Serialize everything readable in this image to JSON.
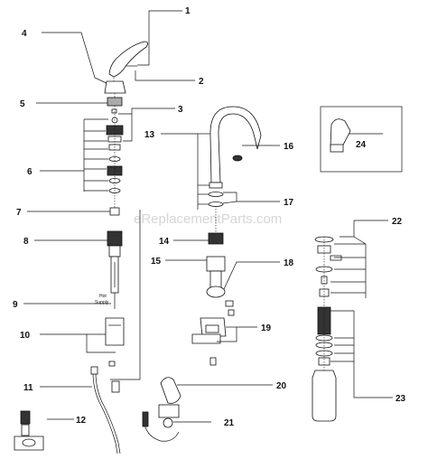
{
  "watermark": "eReplacementParts.com",
  "hot_supply_label": [
    "Hot",
    "Supply"
  ],
  "callouts": [
    {
      "id": "c1",
      "text": "1"
    },
    {
      "id": "c2",
      "text": "2"
    },
    {
      "id": "c3",
      "text": "3"
    },
    {
      "id": "c4",
      "text": "4"
    },
    {
      "id": "c5",
      "text": "5"
    },
    {
      "id": "c6",
      "text": "6"
    },
    {
      "id": "c7",
      "text": "7"
    },
    {
      "id": "c8",
      "text": "8"
    },
    {
      "id": "c9",
      "text": "9"
    },
    {
      "id": "c10",
      "text": "10"
    },
    {
      "id": "c11",
      "text": "11"
    },
    {
      "id": "c12",
      "text": "12"
    },
    {
      "id": "c13",
      "text": "13"
    },
    {
      "id": "c14",
      "text": "14"
    },
    {
      "id": "c15",
      "text": "15"
    },
    {
      "id": "c16",
      "text": "16"
    },
    {
      "id": "c17",
      "text": "17"
    },
    {
      "id": "c18",
      "text": "18"
    },
    {
      "id": "c19",
      "text": "19"
    },
    {
      "id": "c20",
      "text": "20"
    },
    {
      "id": "c21",
      "text": "21"
    },
    {
      "id": "c22",
      "text": "22"
    },
    {
      "id": "c23",
      "text": "23"
    },
    {
      "id": "c24",
      "text": "24"
    }
  ]
}
